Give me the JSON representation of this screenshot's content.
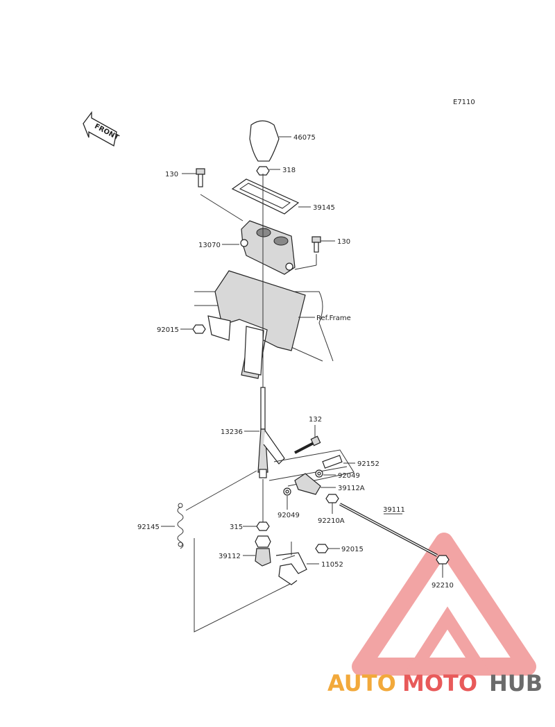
{
  "diagram_code": "E7110",
  "front_label": "FRONT",
  "parts": {
    "p46075": "46075",
    "p318": "318",
    "p130a": "130",
    "p39145": "39145",
    "p130b": "130",
    "p13070": "13070",
    "p92015a": "92015",
    "ref_frame": "Ref.Frame",
    "p132": "132",
    "p13236": "13236",
    "p92152": "92152",
    "p92049a": "92049",
    "p39112a": "39112A",
    "p92049b": "92049",
    "p92210a": "92210A",
    "p39111": "39111",
    "p92145": "92145",
    "p315": "315",
    "p92015b": "92015",
    "p39112": "39112",
    "p11052": "11052",
    "p92210": "92210"
  },
  "watermark": {
    "text_auto": "AUTO",
    "text_moto": "MOTO",
    "text_hub": "HUB",
    "colors": {
      "auto": "#f2a93b",
      "moto": "#e85a5a",
      "hub": "#6b6b6b",
      "triangle": "#e85a5a"
    }
  }
}
